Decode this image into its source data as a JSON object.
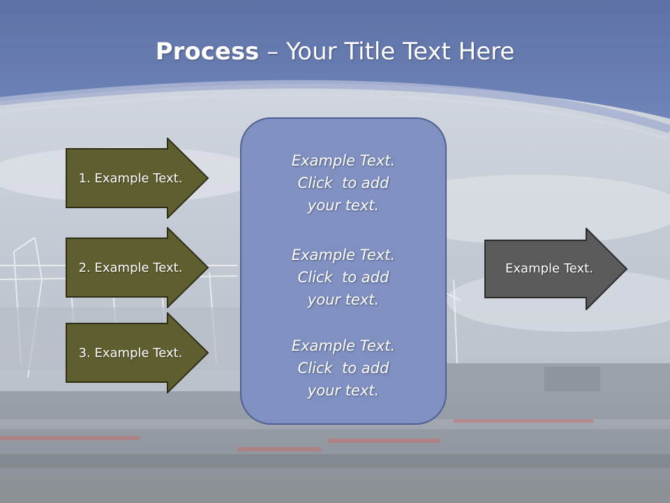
{
  "title": {
    "bold": "Process",
    "rest": " – Your Title Text Here"
  },
  "left_arrows": [
    {
      "label": "1. Example Text."
    },
    {
      "label": "2. Example Text."
    },
    {
      "label": "3. Example Text."
    }
  ],
  "center_panel": {
    "blocks": [
      {
        "line1": "Example Text.",
        "line2": "Click  to add",
        "line3": "your text."
      },
      {
        "line1": "Example Text.",
        "line2": "Click  to add",
        "line3": "your text."
      },
      {
        "line1": "Example Text.",
        "line2": "Click  to add",
        "line3": "your text."
      }
    ]
  },
  "output_arrow": {
    "label": "Example Text."
  },
  "colors": {
    "title_band": "#6a7fb2",
    "left_arrow_fill": "#5f5e2f",
    "output_arrow_fill": "#5a5a5a",
    "panel_fill": "#7f90c1"
  }
}
